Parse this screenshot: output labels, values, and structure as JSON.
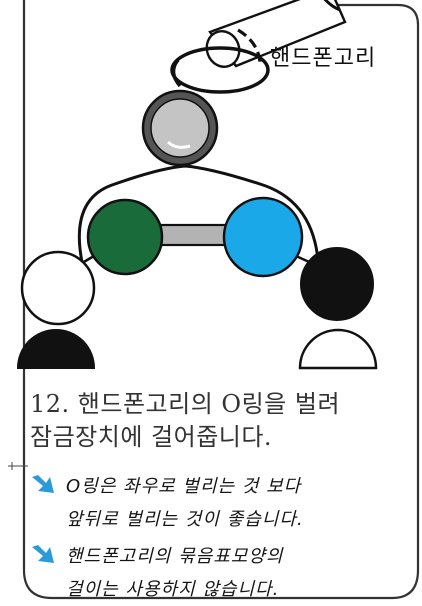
{
  "labels": {
    "phone_strap": "핸드폰고리"
  },
  "step": {
    "line1": "12. 핸드폰고리의 O링을 벌려",
    "line2": "잠금장치에 걸어줍니다."
  },
  "notes": [
    {
      "line1": "O링은 좌우로 벌리는 것 보다",
      "line2": "앞뒤로 벌리는 것이 좋습니다."
    },
    {
      "line1": "핸드폰고리의 묶음표모양의",
      "line2": "걸이는 사용하지 않습니다."
    }
  ],
  "colors": {
    "border": "#333333",
    "green_ball": "#1a6b3a",
    "blue_ball": "#1ba8e8",
    "black_ball": "#111111",
    "connector": "#b3b3b3",
    "lock_outer": "#555555",
    "lock_inner": "#c4c4c4",
    "arrow": "#2a9bd8"
  }
}
